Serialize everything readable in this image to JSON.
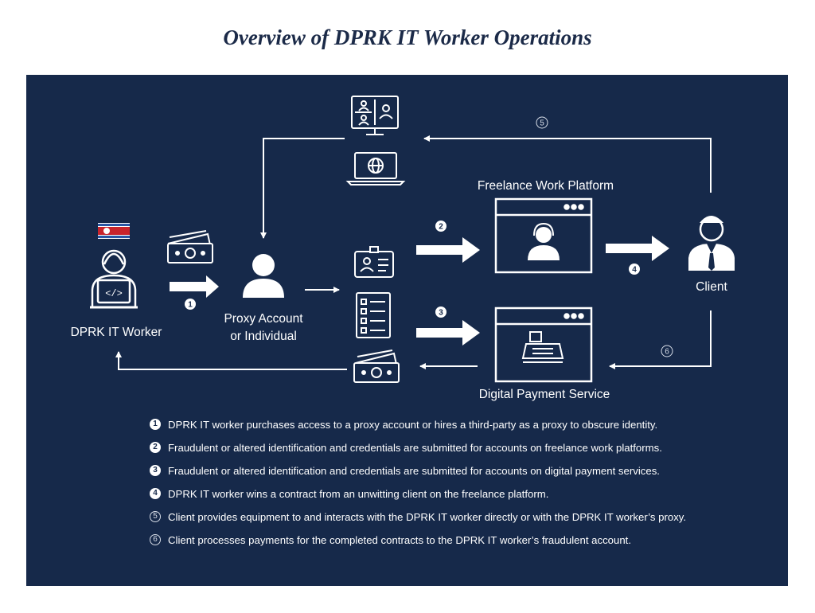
{
  "title": "Overview of DPRK IT Worker Operations",
  "colors": {
    "panel_background": "#16294a",
    "foreground": "#ffffff",
    "flag_blue": "#2a56a4",
    "flag_red": "#c8242c"
  },
  "nodes": {
    "worker": "DPRK IT Worker",
    "proxy": "Proxy Account or Individual",
    "platform": "Freelance Work Platform",
    "payment": "Digital Payment Service",
    "client": "Client"
  },
  "icons": [
    "north-korea-flag-icon",
    "hacker-laptop-icon",
    "cash-icon",
    "person-icon",
    "id-card-icon",
    "checklist-icon",
    "video-call-monitor-icon",
    "globe-laptop-icon",
    "browser-window-icon",
    "support-agent-icon",
    "cash-register-icon",
    "businessman-icon"
  ],
  "steps": [
    {
      "num": "1",
      "style": "solid",
      "text": "DPRK IT worker purchases access to a proxy account or hires a third-party as a proxy to obscure identity."
    },
    {
      "num": "2",
      "style": "solid",
      "text": "Fraudulent or altered identification and credentials are submitted for accounts on freelance work platforms."
    },
    {
      "num": "3",
      "style": "solid",
      "text": "Fraudulent or altered identification and credentials are submitted for accounts on digital payment services."
    },
    {
      "num": "4",
      "style": "solid",
      "text": "DPRK IT worker wins a contract from an unwitting client on the freelance platform."
    },
    {
      "num": "5",
      "style": "ring",
      "text": "Client provides equipment to and interacts with the DPRK IT worker directly or with the DPRK IT worker’s proxy."
    },
    {
      "num": "6",
      "style": "ring",
      "text": "Client processes payments for the completed contracts to the DPRK IT worker’s fraudulent account."
    }
  ]
}
